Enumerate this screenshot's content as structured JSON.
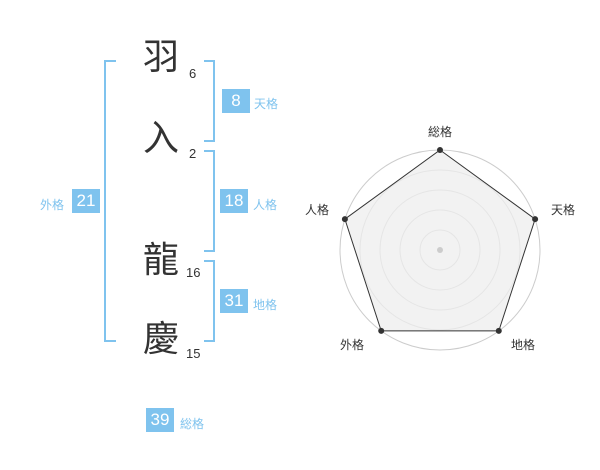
{
  "colors": {
    "accent": "#7fc3ee",
    "badge_bg": "#7fc3ee",
    "text": "#333333",
    "radar_fill": "#eeeeee",
    "radar_line": "#333333",
    "grid": "#cccccc"
  },
  "name": {
    "characters": [
      {
        "char": "羽",
        "strokes": "6"
      },
      {
        "char": "入",
        "strokes": "2"
      },
      {
        "char": "龍",
        "strokes": "16"
      },
      {
        "char": "慶",
        "strokes": "15"
      }
    ]
  },
  "fortunes": {
    "tenkaku": {
      "label": "天格",
      "value": "8"
    },
    "jinkaku": {
      "label": "人格",
      "value": "18"
    },
    "chikaku": {
      "label": "地格",
      "value": "31"
    },
    "gaikaku": {
      "label": "外格",
      "value": "21"
    },
    "soukaku": {
      "label": "総格",
      "value": "39"
    }
  },
  "chart_data": {
    "type": "radar",
    "axes": [
      "総格",
      "天格",
      "地格",
      "外格",
      "人格"
    ],
    "values": [
      5,
      5,
      5,
      5,
      5
    ],
    "max": 5,
    "rings": 5
  }
}
